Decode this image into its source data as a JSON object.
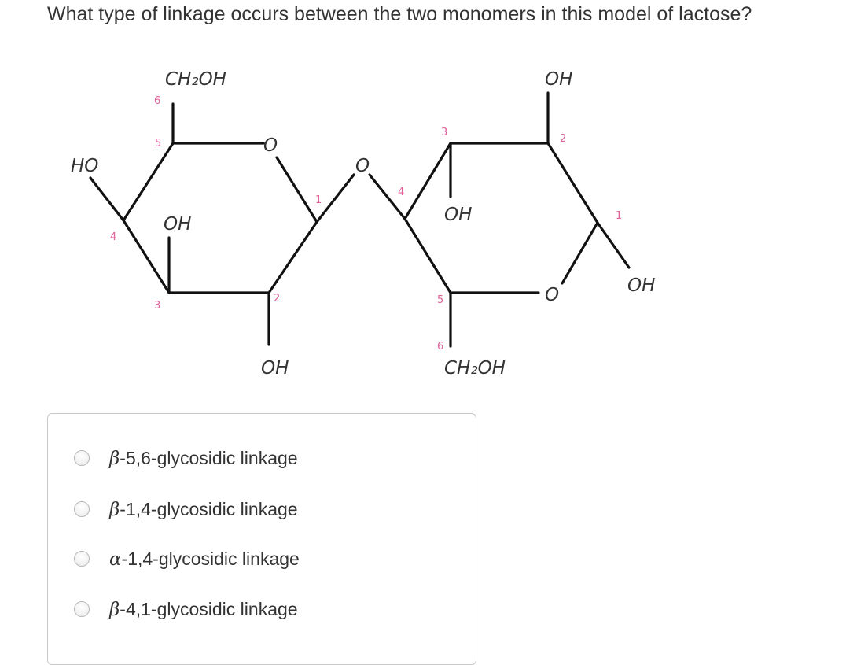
{
  "question": {
    "text": "What type of linkage occurs between the two monomers in this model of lactose?"
  },
  "structure": {
    "labels": {
      "left_ch2oh": "CH₂OH",
      "right_oh_top": "OH",
      "ho": "HO",
      "left_ring_o": "O",
      "bridge_o": "O",
      "left_oh_mid": "OH",
      "right_oh_mid": "OH",
      "far_right_oh": "OH",
      "right_ring_o": "O",
      "left_oh_bottom": "OH",
      "right_ch2oh": "CH₂OH"
    },
    "numbers": {
      "l6": "6",
      "l5": "5",
      "l4": "4",
      "l3": "3",
      "l2": "2",
      "l1": "1",
      "r3": "3",
      "r2": "2",
      "r4": "4",
      "r1": "1",
      "r5": "5",
      "r6": "6"
    }
  },
  "options": [
    {
      "greek": "β",
      "text": "-5,6-glycosidic linkage"
    },
    {
      "greek": "β",
      "text": "-1,4-glycosidic linkage"
    },
    {
      "greek": "α",
      "text": "-1,4-glycosidic linkage"
    },
    {
      "greek": "β",
      "text": "-4,1-glycosidic linkage"
    }
  ],
  "colors": {
    "text": "#333333",
    "carbon_number": "#e0609a",
    "bond": "#111111",
    "border": "#c8c8c8"
  }
}
